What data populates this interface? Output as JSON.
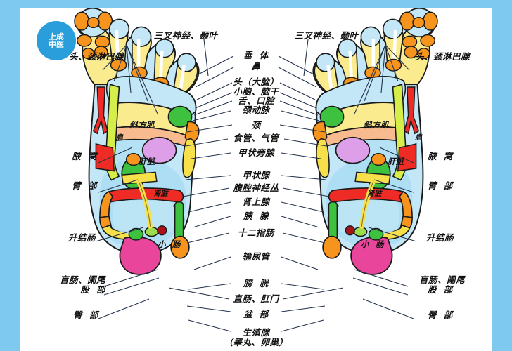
{
  "meta": {
    "title": "足部反射区图",
    "frame_color": "#7ec9ef",
    "canvas_color": "#ffffff"
  },
  "logo": {
    "name": "brand-logo",
    "line1": "上成",
    "line2": "中医",
    "bg": "#2a9ddb",
    "fg": "#ffffff"
  },
  "palette": {
    "skin": "#c3e7f7",
    "skin_dark": "#a9dcf2",
    "yellow": "#fbeb8f",
    "yellow_deep": "#f7e04a",
    "orange": "#f7941e",
    "orange_light": "#f9b573",
    "green": "#3ec13e",
    "green_light": "#9ddc4a",
    "magenta": "#e8459b",
    "violet": "#dda0e8",
    "red": "#ee2b24",
    "red_dark": "#a8131b",
    "peach": "#f7bb8f",
    "outline": "#1a1a1a",
    "leader": "#24344d"
  },
  "labels": {
    "left_column": [
      {
        "id": "head-neck-lymph-left",
        "text": "头、颈淋巴腺"
      },
      {
        "id": "trapezius-left",
        "text": "斜方肌"
      },
      {
        "id": "shoulder-left",
        "text": "肩"
      },
      {
        "id": "armpit-left",
        "text": "腋  窝"
      },
      {
        "id": "arm-left",
        "text": "臂  部"
      },
      {
        "id": "liver-left",
        "text": "肝脏"
      },
      {
        "id": "kidney-left",
        "text": "肾脏"
      },
      {
        "id": "small-intestine-left",
        "text": "小  肠"
      },
      {
        "id": "ascending-colon-left",
        "text": "升结肠"
      },
      {
        "id": "cecum-appendix-left",
        "text": "盲肠、阑尾"
      },
      {
        "id": "thigh-left",
        "text": "股  部"
      },
      {
        "id": "hip-left",
        "text": "臀  部"
      }
    ],
    "right_column": [
      {
        "id": "head-neck-lymph-right",
        "text": "头、颈淋巴腺"
      },
      {
        "id": "trapezius-right",
        "text": "斜方肌"
      },
      {
        "id": "shoulder-right",
        "text": "肩"
      },
      {
        "id": "armpit-right",
        "text": "腋  窝"
      },
      {
        "id": "arm-right",
        "text": "臂  部"
      },
      {
        "id": "liver-right",
        "text": "肝脏"
      },
      {
        "id": "kidney-right",
        "text": "肾脏"
      },
      {
        "id": "small-intestine-right",
        "text": "小  肠"
      },
      {
        "id": "ascending-colon-right",
        "text": "升结肠"
      },
      {
        "id": "cecum-appendix-right",
        "text": "盲肠、阑尾"
      },
      {
        "id": "thigh-right",
        "text": "股  部"
      },
      {
        "id": "hip-right",
        "text": "臀  部"
      }
    ],
    "top": [
      {
        "id": "trigeminal-temporal-left",
        "text": "三叉神经、颞叶"
      },
      {
        "id": "trigeminal-temporal-right",
        "text": "三叉神经、颞叶"
      }
    ],
    "center_column": [
      {
        "id": "pituitary",
        "text": "垂  体"
      },
      {
        "id": "nose",
        "text": "鼻"
      },
      {
        "id": "head-cerebrum",
        "text": "头（大脑）"
      },
      {
        "id": "cerebellum-brainstem",
        "text": "小脑、脑干"
      },
      {
        "id": "tongue-oral",
        "text": "舌、口腔"
      },
      {
        "id": "carotid-artery",
        "text": "颈动脉"
      },
      {
        "id": "neck",
        "text": "颈"
      },
      {
        "id": "esophagus-trachea",
        "text": "食管、气管"
      },
      {
        "id": "parathyroid",
        "text": "甲状旁腺"
      },
      {
        "id": "thyroid",
        "text": "甲状腺"
      },
      {
        "id": "celiac-plexus",
        "text": "腹腔神经丛"
      },
      {
        "id": "adrenal-gland",
        "text": "肾上腺"
      },
      {
        "id": "pancreas",
        "text": "胰  腺"
      },
      {
        "id": "duodenum",
        "text": "十二指肠"
      },
      {
        "id": "ureter",
        "text": "输尿管"
      },
      {
        "id": "bladder",
        "text": "膀  胱"
      },
      {
        "id": "rectum-anus",
        "text": "直肠、肛门"
      },
      {
        "id": "pelvis",
        "text": "盆  部"
      },
      {
        "id": "gonads",
        "text": "生殖腺"
      },
      {
        "id": "gonads-sub",
        "text": "（睾丸、卵巢）"
      }
    ]
  }
}
